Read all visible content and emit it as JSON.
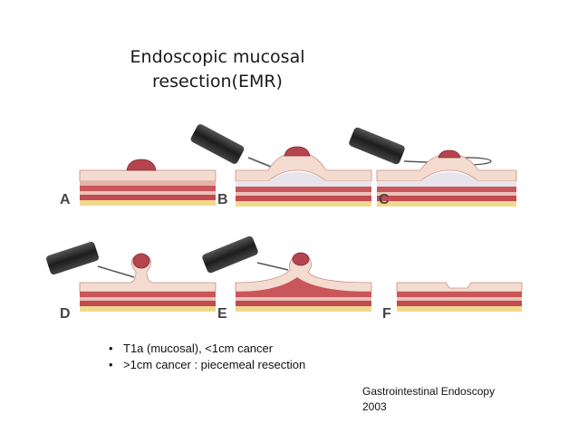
{
  "title": {
    "line1": "Endoscopic mucosal",
    "line2": "resection(EMR)"
  },
  "panels": [
    {
      "label": "A"
    },
    {
      "label": "B"
    },
    {
      "label": "C"
    },
    {
      "label": "D"
    },
    {
      "label": "E"
    },
    {
      "label": "F"
    }
  ],
  "bullets": [
    "T1a (mucosal), <1cm cancer",
    ">1cm cancer : piecemeal resection"
  ],
  "citation": {
    "line1": "Gastrointestinal Endoscopy",
    "line2": "2003"
  },
  "colors": {
    "mucosa": "#f2d7c8",
    "muscle": "#c9565a",
    "lesion": "#b4454e",
    "fat": "#f0d98c",
    "scope": "#2b2b2b"
  }
}
